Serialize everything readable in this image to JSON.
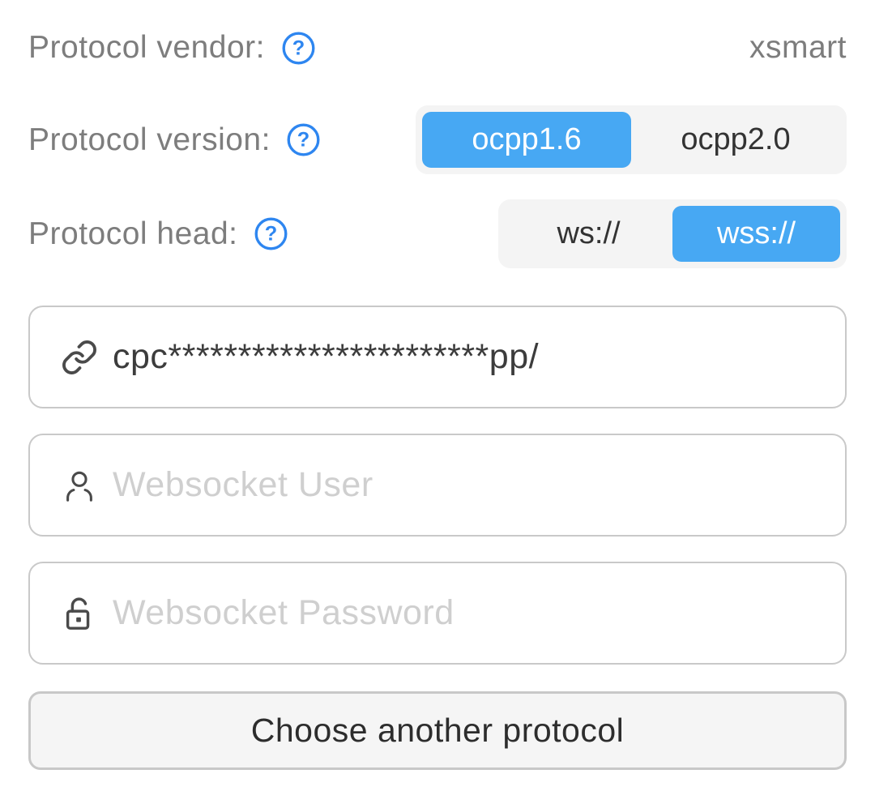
{
  "form": {
    "vendor_row": {
      "label": "Protocol vendor:",
      "value": "xsmart",
      "help_icon": "question-circle-icon"
    },
    "version_row": {
      "label": "Protocol version:",
      "help_icon": "question-circle-icon",
      "options": [
        "ocpp1.6",
        "ocpp2.0"
      ],
      "selected": "ocpp1.6"
    },
    "head_row": {
      "label": "Protocol head:",
      "help_icon": "question-circle-icon",
      "options": [
        "ws://",
        "wss://"
      ],
      "selected": "wss://"
    },
    "url_field": {
      "icon": "link-icon",
      "value": "cpc***********************pp/"
    },
    "user_field": {
      "icon": "user-icon",
      "value": "",
      "placeholder": "Websocket User"
    },
    "password_field": {
      "icon": "lock-icon",
      "value": "",
      "placeholder": "Websocket Password"
    },
    "action_button": {
      "label": "Choose another protocol"
    }
  },
  "colors": {
    "accent_blue": "#47a8f3",
    "help_icon_blue": "#2e86f0",
    "label_gray": "#7d7d7d",
    "segment_bg": "#f4f4f4",
    "input_border_gray": "#c9c9c9",
    "button_bg": "#f5f5f5",
    "dark_text": "#333333",
    "placeholder_gray": "#cfcfcf"
  }
}
